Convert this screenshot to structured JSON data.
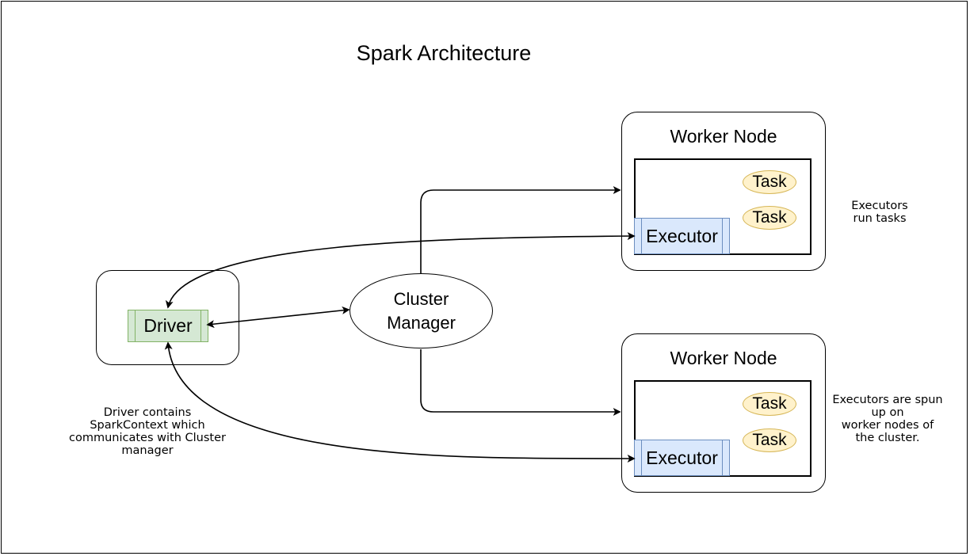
{
  "title": "Spark Architecture",
  "driver": {
    "label": "Driver",
    "note": "Driver contains\nSparkContext which\ncommunicates with Cluster\nmanager"
  },
  "cluster_manager": {
    "label": "Cluster\nManager"
  },
  "worker_nodes": [
    {
      "title": "Worker Node",
      "executor_label": "Executor",
      "tasks": [
        "Task",
        "Task"
      ]
    },
    {
      "title": "Worker Node",
      "executor_label": "Executor",
      "tasks": [
        "Task",
        "Task"
      ]
    }
  ],
  "notes": {
    "executors_run": "Executors\nrun tasks",
    "executors_spun": "Executors are spun\nup on\nworker nodes of\nthe cluster."
  },
  "colors": {
    "executor_fill": "#dae8fc",
    "executor_stroke": "#6c8ebf",
    "driver_fill": "#d5e8d4",
    "driver_stroke": "#82b366",
    "task_fill": "#fff2cc",
    "task_stroke": "#d6b656"
  }
}
